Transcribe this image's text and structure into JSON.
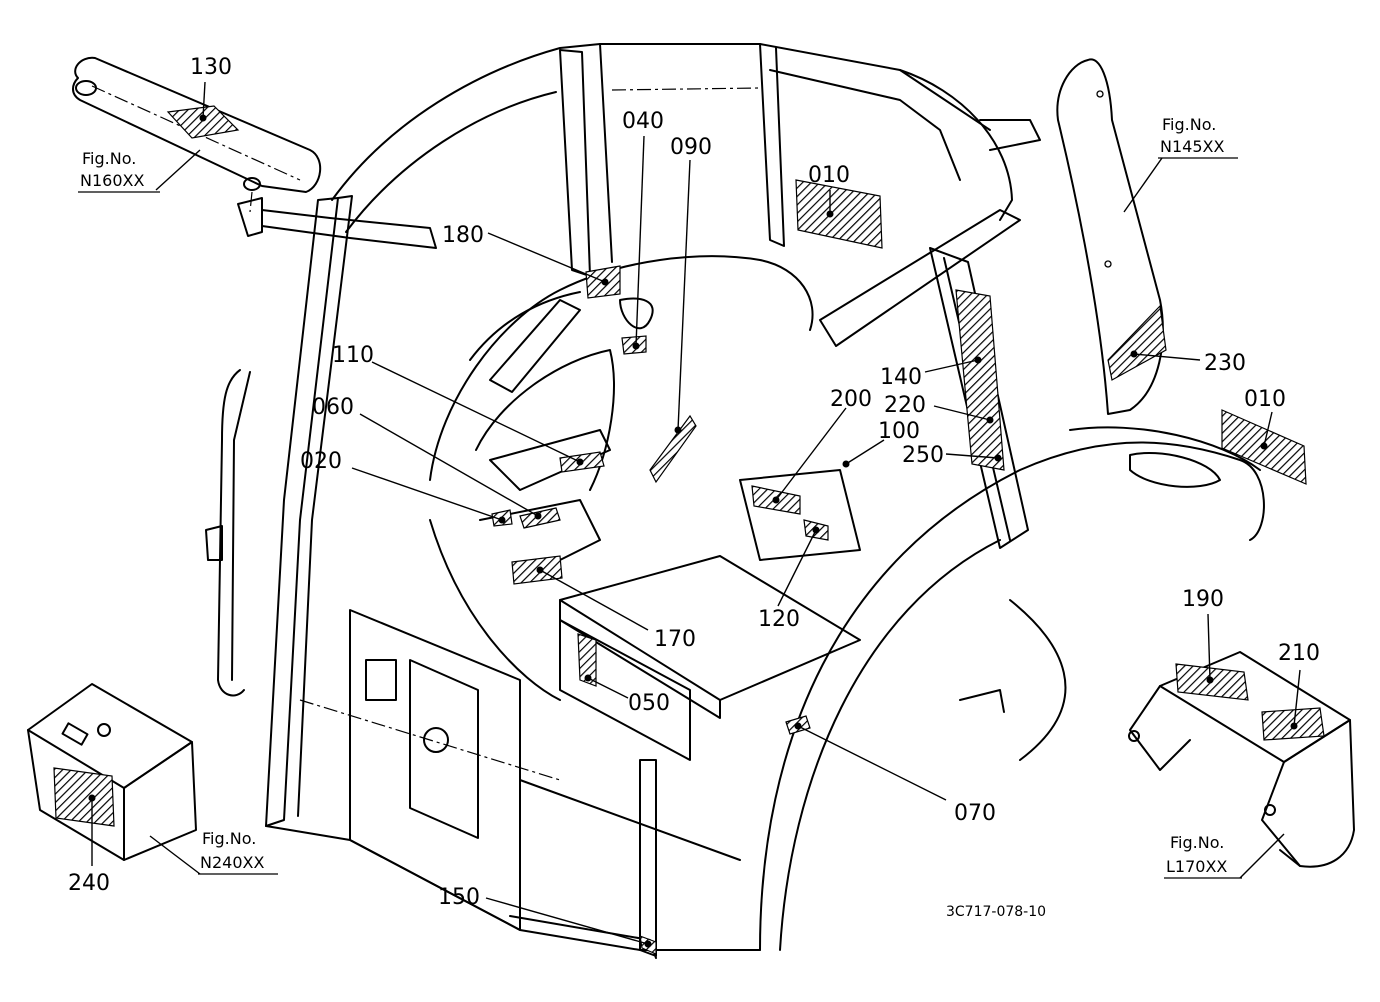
{
  "callouts": {
    "c010a": "010",
    "c010b": "010",
    "c020": "020",
    "c040": "040",
    "c050": "050",
    "c060": "060",
    "c070": "070",
    "c090": "090",
    "c100": "100",
    "c110": "110",
    "c120": "120",
    "c130": "130",
    "c140": "140",
    "c150": "150",
    "c170": "170",
    "c180": "180",
    "c190": "190",
    "c200": "200",
    "c210": "210",
    "c220": "220",
    "c230": "230",
    "c240": "240",
    "c250": "250"
  },
  "figure_refs": {
    "n160": {
      "label": "Fig.No.",
      "code": "N160XX"
    },
    "n145": {
      "label": "Fig.No.",
      "code": "N145XX"
    },
    "n240": {
      "label": "Fig.No.",
      "code": "N240XX"
    },
    "l170": {
      "label": "Fig.No.",
      "code": "L170XX"
    }
  },
  "drawing_code": "3C717-078-10"
}
